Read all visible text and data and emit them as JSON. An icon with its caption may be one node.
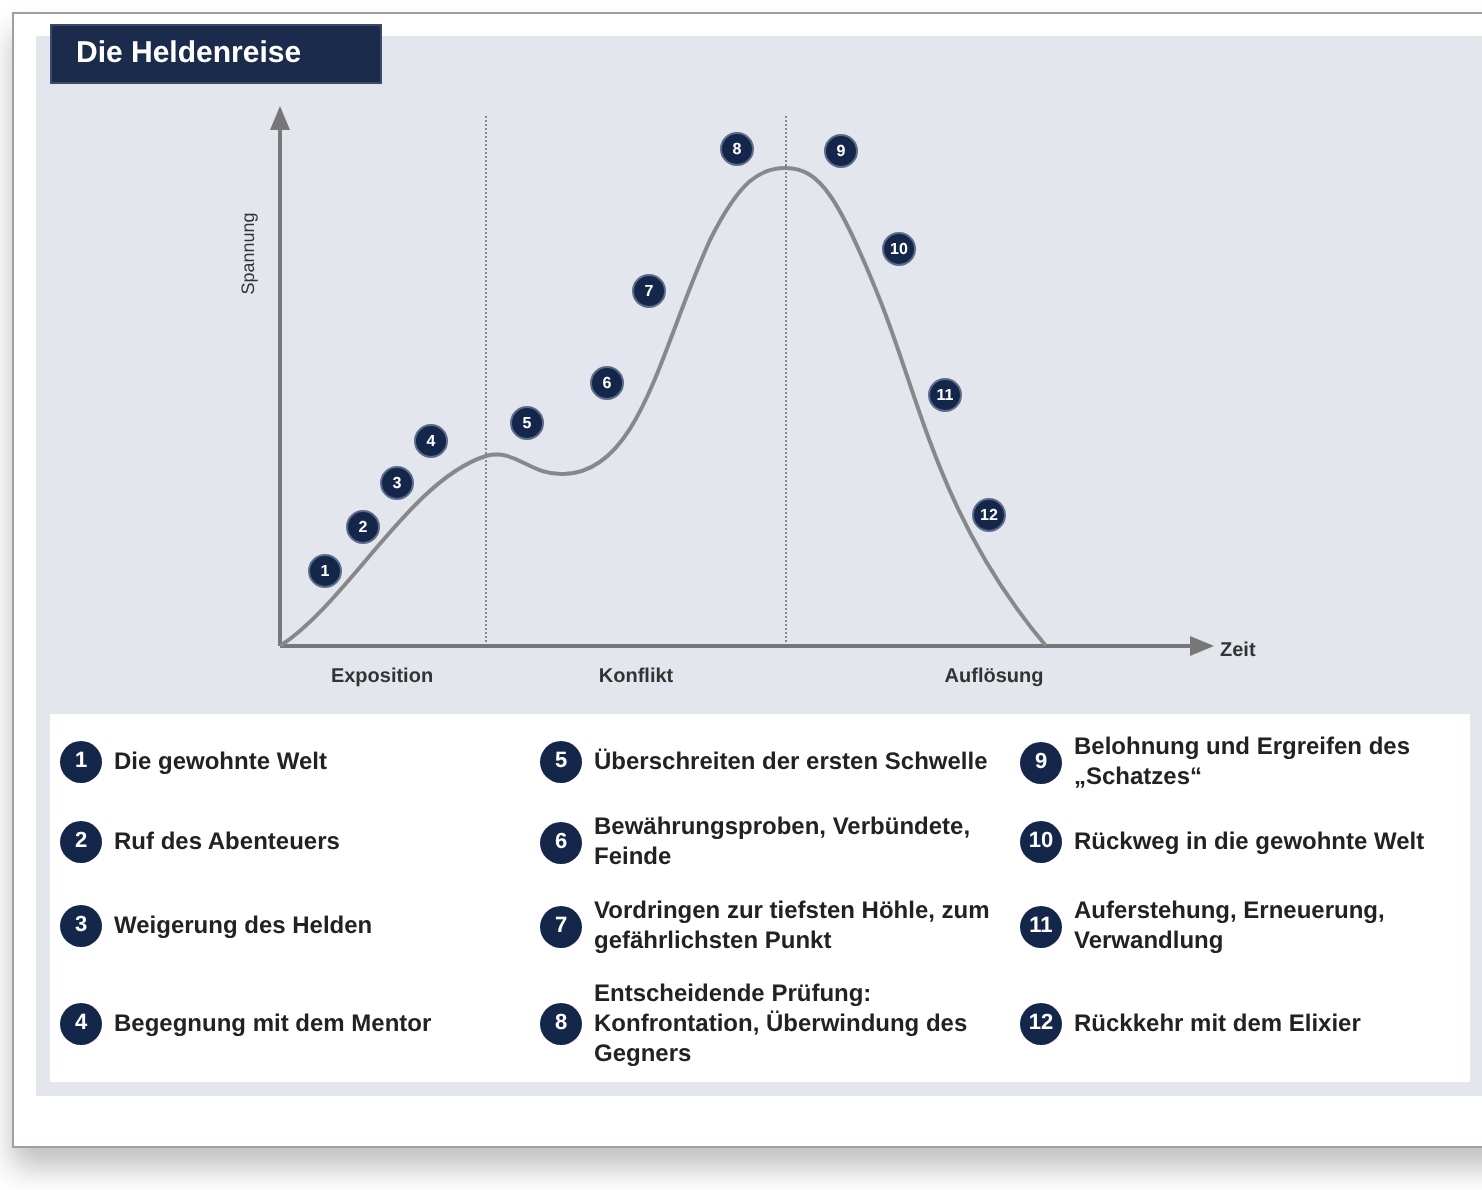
{
  "diagram": {
    "title": "Die Heldenreise",
    "labels": [
      "1",
      "2",
      "3",
      "4",
      "5",
      "6",
      "7",
      "8",
      "9",
      "10",
      "11",
      "12",
      "Spannung",
      "Zeit",
      "Exposition",
      "Konflikt",
      "Auflösung",
      "1",
      "Die gewohnte Welt",
      "5",
      "Überschreiten der ersten Schwelle",
      "9",
      "Belohnung und Ergreifen des „Schatzes“",
      "2",
      "Ruf des Abenteuers",
      "6",
      "Bewährungsproben, Verbündete, Feinde",
      "10",
      "Rückweg in die gewohnte Welt",
      "3",
      "Weigerung des Helden",
      "7",
      "Vordringen zur tiefsten Höhle, zum gefährlichsten Punkt",
      "11",
      "Auferstehung, Erneuerung, Verwandlung",
      "4",
      "Begegnung mit dem Mentor",
      "8",
      "Entscheidende Prüfung: Konfrontation, Überwindung des Gegners",
      "12",
      "Rückkehr mit dem Elixier"
    ]
  }
}
